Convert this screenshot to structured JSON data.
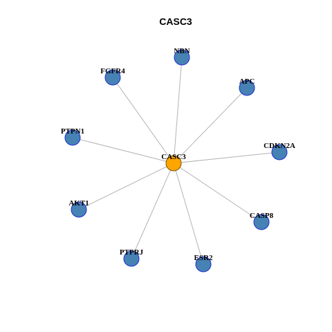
{
  "title": "CASC3",
  "colors": {
    "center_fill": "#ffa500",
    "center_stroke": "#7a5200",
    "node_fill": "#4682b4",
    "node_stroke": "#1f2fd1",
    "edge": "#b3b3b3"
  },
  "center": {
    "id": "CASC3",
    "label": "CASC3"
  },
  "nodes": [
    {
      "id": "NBN",
      "label": "NBN"
    },
    {
      "id": "APC",
      "label": "APC"
    },
    {
      "id": "CDKN2A",
      "label": "CDKN2A"
    },
    {
      "id": "CASP8",
      "label": "CASP8"
    },
    {
      "id": "ESR2",
      "label": "ESR2"
    },
    {
      "id": "PTPRJ",
      "label": "PTPRJ"
    },
    {
      "id": "AKT1",
      "label": "AKT1"
    },
    {
      "id": "PTPN1",
      "label": "PTPN1"
    },
    {
      "id": "FGFR4",
      "label": "FGFR4"
    }
  ]
}
